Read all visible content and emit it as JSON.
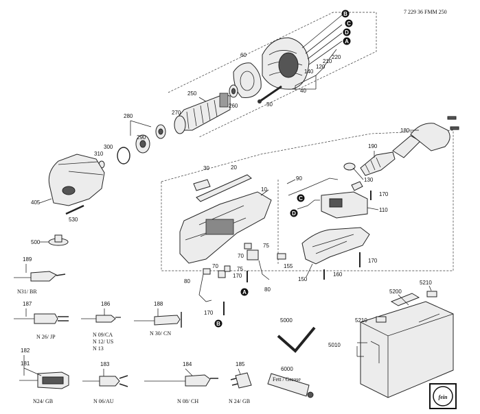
{
  "doc_code": "7 229 36 FMM 250",
  "connector_letters": [
    "B",
    "C",
    "D",
    "A"
  ],
  "labels": {
    "l180": "180",
    "l190": "190",
    "l130": "130",
    "l170a": "170",
    "l110": "110",
    "l170b": "170",
    "l160": "160",
    "l150": "150",
    "l155": "155",
    "l90": "90",
    "l60": "60",
    "l40": "40",
    "l140": "140",
    "l120": "120",
    "l210": "210",
    "l220": "220",
    "l50": "50",
    "l250": "250",
    "l260": "260",
    "l270": "270",
    "l280": "280",
    "l290": "290",
    "l300": "300",
    "l310": "310",
    "l405": "405",
    "l530": "530",
    "l500": "500",
    "l30": "30",
    "l20": "20",
    "l10": "10",
    "l75a": "75",
    "l70a": "70",
    "l70b": "70",
    "l75b": "75",
    "l170c": "170",
    "l80a": "80",
    "l80b": "80",
    "l170d": "170",
    "l5000": "5000",
    "l6000": "6000",
    "l5200": "5200",
    "l5210a": "5210",
    "l5210b": "5210",
    "l5010": "5010"
  },
  "plugs": {
    "p189": "189",
    "c189": "N31/ BR",
    "p187": "187",
    "c187": "N 26/ JP",
    "p186": "186",
    "c186a": "N 09/CA",
    "c186b": "N 12/ US",
    "c186c": "N 13",
    "p188": "188",
    "c188": "N 30/ CN",
    "p182": "182",
    "p181": "181",
    "c182": "N24/ GB",
    "p183": "183",
    "c183": "N 06/AU",
    "p184": "184",
    "c184": "N 08/ CH",
    "p185": "185",
    "c185": "N 24/ GB"
  },
  "tube_text": "Fett / Grease",
  "logo_text": "fein"
}
